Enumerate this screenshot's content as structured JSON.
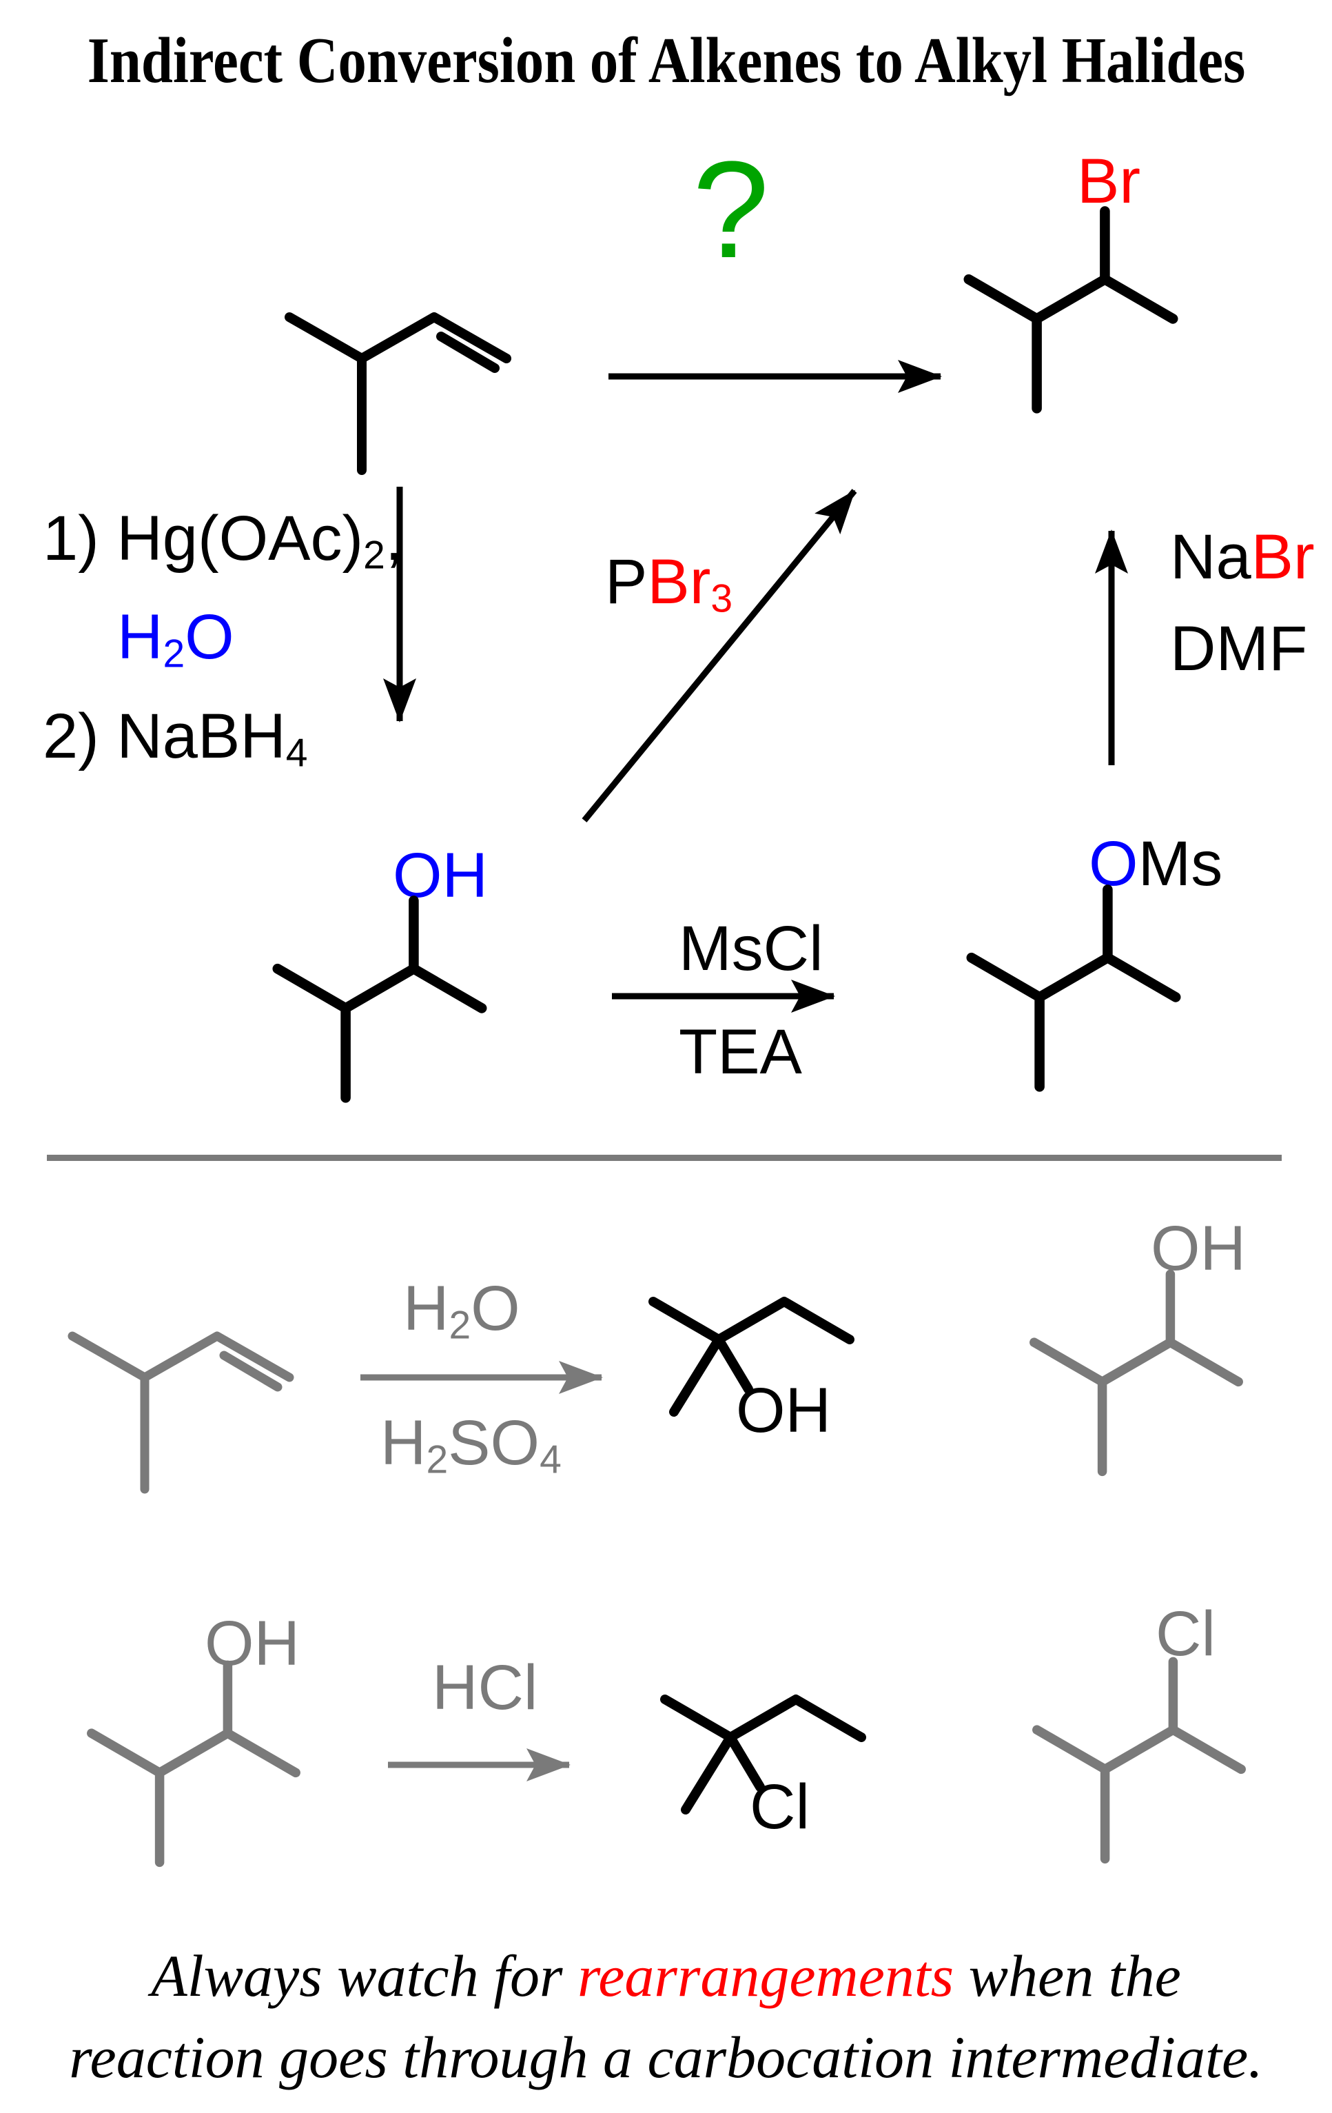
{
  "title": "Indirect Conversion of Alkenes to Alkyl Halides",
  "colors": {
    "black": "#000000",
    "gray": "#7a7a7a",
    "red": "#ff0000",
    "blue": "#0000ff",
    "green": "#00a400"
  },
  "top_scheme": {
    "question_mark": "?",
    "bromide_label": "Br",
    "alcohol_label": "OH",
    "mesylate_o": "O",
    "mesylate_ms": "Ms",
    "oxymercuration": {
      "l1a": "1) Hg(OAc)",
      "l1sub": "2",
      "l1b": ",",
      "l2a": "H",
      "l2sub": "2",
      "l2b": "O",
      "l3a": "2) NaBH",
      "l3sub": "4"
    },
    "pbr3": {
      "p": "P",
      "br": "Br",
      "sub": "3"
    },
    "nabr": {
      "na": "Na",
      "br": "Br"
    },
    "dmf": "DMF",
    "mscl": "MsCl",
    "tea": "TEA"
  },
  "bottom_scheme": {
    "h2o": {
      "a": "H",
      "sub": "2",
      "b": "O"
    },
    "h2so4": {
      "a": "H",
      "sub2": "2",
      "b": "SO",
      "sub4": "4"
    },
    "hcl": "HCl",
    "row1_major_label": "OH",
    "row1_minor_label": "OH",
    "row2_major_label": "Cl",
    "row2_minor_label": "Cl"
  },
  "footer": {
    "pre": "Always watch for ",
    "highlight": "rearrangements",
    "post": " when the",
    "line2": "reaction goes through a carbocation intermediate."
  }
}
